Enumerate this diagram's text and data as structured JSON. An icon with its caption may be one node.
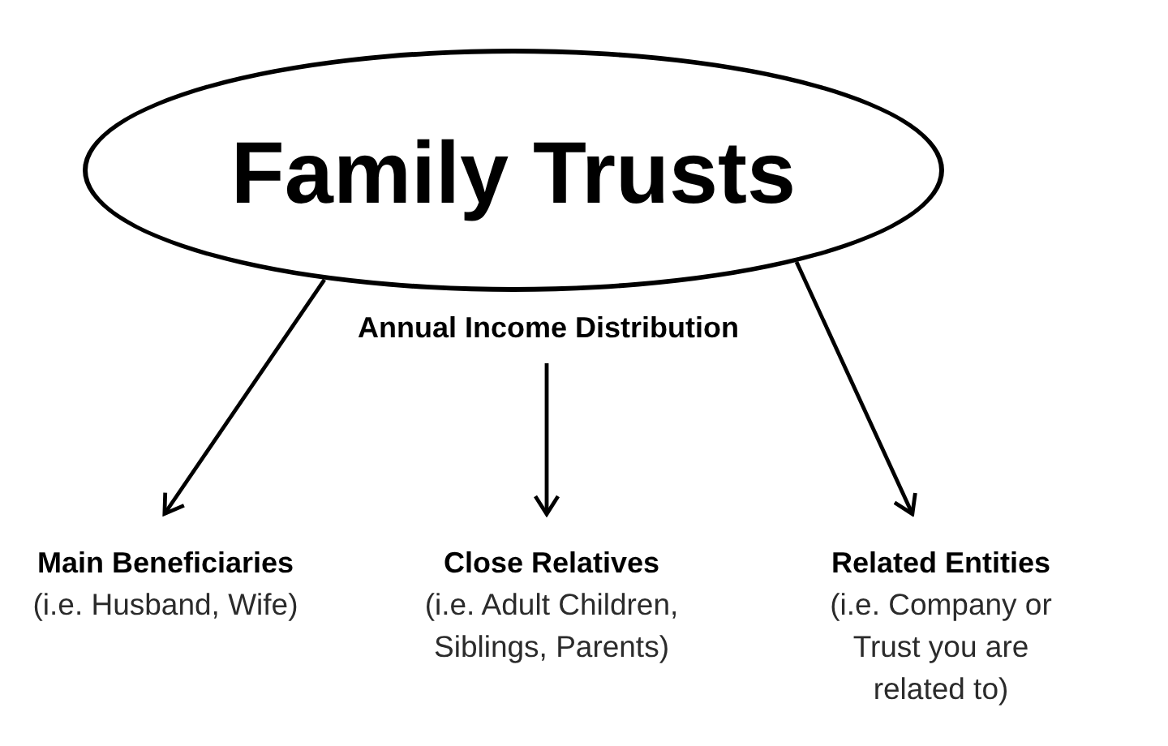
{
  "diagram": {
    "nodes": [
      {
        "text": [
          "Family Trusts"
        ]
      },
      {
        "text": [
          "Annual Income Distribution"
        ]
      },
      {
        "text": [
          "Main Beneficiaries",
          "(i.e. Husband, Wife)"
        ]
      },
      {
        "text": [
          "Close Relatives",
          "(i.e. Adult Children, Siblings, Parents)"
        ]
      },
      {
        "text": [
          "Related Entities",
          "(i.e. Company or Trust you are related to)"
        ]
      }
    ],
    "edges": [
      {
        "from": 0,
        "to": 2,
        "arrow": "to"
      },
      {
        "from": 1,
        "to": 3,
        "arrow": "to"
      },
      {
        "from": 0,
        "to": 4,
        "arrow": "to"
      }
    ]
  }
}
